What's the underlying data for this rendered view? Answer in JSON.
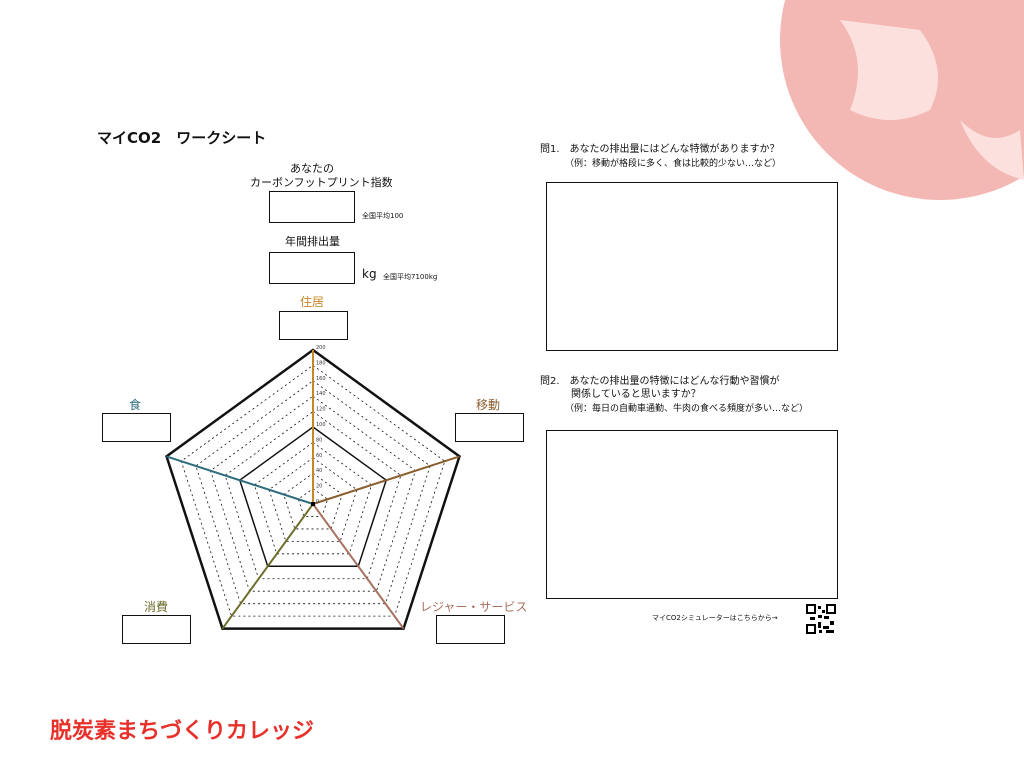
{
  "title": "マイCO2　ワークシート",
  "index": {
    "label1": "あなたの",
    "label2": "カーボンフットプリント指数",
    "note": "全国平均100"
  },
  "annual": {
    "label": "年間排出量",
    "unit": "kg",
    "note": "全国平均7100kg"
  },
  "categories": {
    "housing": "住居",
    "mobility": "移動",
    "food": "食",
    "consumption": "消費",
    "leisure": "レジャー・サービス"
  },
  "axis_ticks": [
    "0",
    "20",
    "40",
    "60",
    "80",
    "100",
    "120",
    "140",
    "160",
    "180",
    "200"
  ],
  "colors": {
    "housing": "#c8862a",
    "mobility": "#8a5d2e",
    "leisure": "#a8705e",
    "consumption": "#6e6e2c",
    "food": "#2f6c7c",
    "brand": "#e8302a",
    "globe": "#f4b8b4"
  },
  "q1": {
    "title": "問1.　あなたの排出量にはどんな特徴がありますか？",
    "example": "（例：移動が格段に多く、食は比較的少ない…など）"
  },
  "q2": {
    "title1": "問2.　あなたの排出量の特徴にはどんな行動や習慣が",
    "title2": "関係していると思いますか？",
    "example": "（例：毎日の自動車通勤、牛肉の食べる頻度が多い…など）"
  },
  "simulator_link": "マイCO2シミュレーターはこちらから→",
  "brand": "脱炭素まちづくりカレッジ"
}
